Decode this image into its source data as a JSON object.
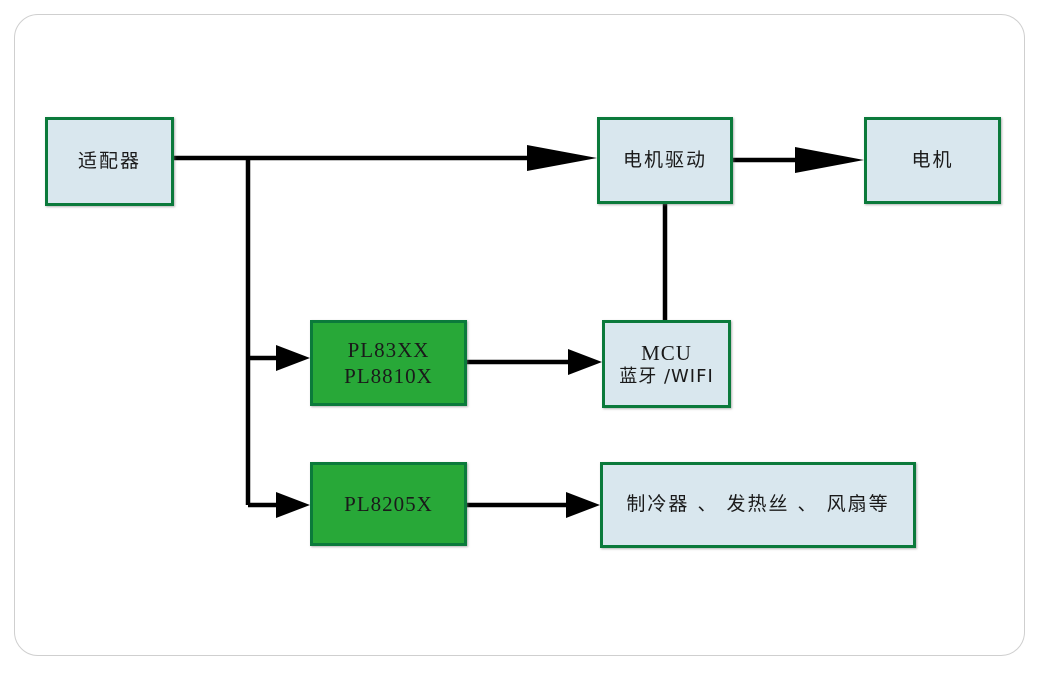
{
  "diagram": {
    "title": "",
    "colors": {
      "box_border": "#0b7a3b",
      "box_fill_blue": "#d9e7ee",
      "box_fill_green": "#28a838",
      "wire": "#000000",
      "frame_border": "#cfcfcf",
      "background": "#ffffff"
    },
    "nodes": [
      {
        "id": "adapter",
        "label": "适配器",
        "lines": [
          "适配器"
        ],
        "style": "blue"
      },
      {
        "id": "motor-driver",
        "label": "电机驱动",
        "lines": [
          "电机驱动"
        ],
        "style": "blue"
      },
      {
        "id": "motor",
        "label": "电机",
        "lines": [
          "电机"
        ],
        "style": "blue"
      },
      {
        "id": "pl83xx",
        "label": "PL83XX PL8810X",
        "lines": [
          "PL83XX",
          "PL8810X"
        ],
        "style": "green"
      },
      {
        "id": "mcu",
        "label": "MCU 蓝牙/WIFI",
        "lines": [
          "MCU",
          "蓝牙 /WIFI"
        ],
        "style": "green_text_blue"
      },
      {
        "id": "pl8205x",
        "label": "PL8205X",
        "lines": [
          "PL8205X"
        ],
        "style": "green"
      },
      {
        "id": "loads",
        "label": "制冷器、发热丝、风扇等",
        "lines": [
          "制冷器 、 发热丝 、 风扇等"
        ],
        "style": "blue"
      }
    ],
    "edges": [
      {
        "id": "adapter-to-motor-driver",
        "from": "adapter",
        "to": "motor-driver",
        "arrow": true
      },
      {
        "id": "adapter-to-pl83xx",
        "from": "adapter",
        "to": "pl83xx",
        "arrow": true
      },
      {
        "id": "adapter-to-pl8205x",
        "from": "adapter",
        "to": "pl8205x",
        "arrow": true
      },
      {
        "id": "motor-driver-to-motor",
        "from": "motor-driver",
        "to": "motor",
        "arrow": true
      },
      {
        "id": "motor-driver-to-mcu",
        "from": "motor-driver",
        "to": "mcu",
        "arrow": false
      },
      {
        "id": "pl83xx-to-mcu",
        "from": "pl83xx",
        "to": "mcu",
        "arrow": true
      },
      {
        "id": "pl8205x-to-loads",
        "from": "pl8205x",
        "to": "loads",
        "arrow": true
      }
    ]
  }
}
